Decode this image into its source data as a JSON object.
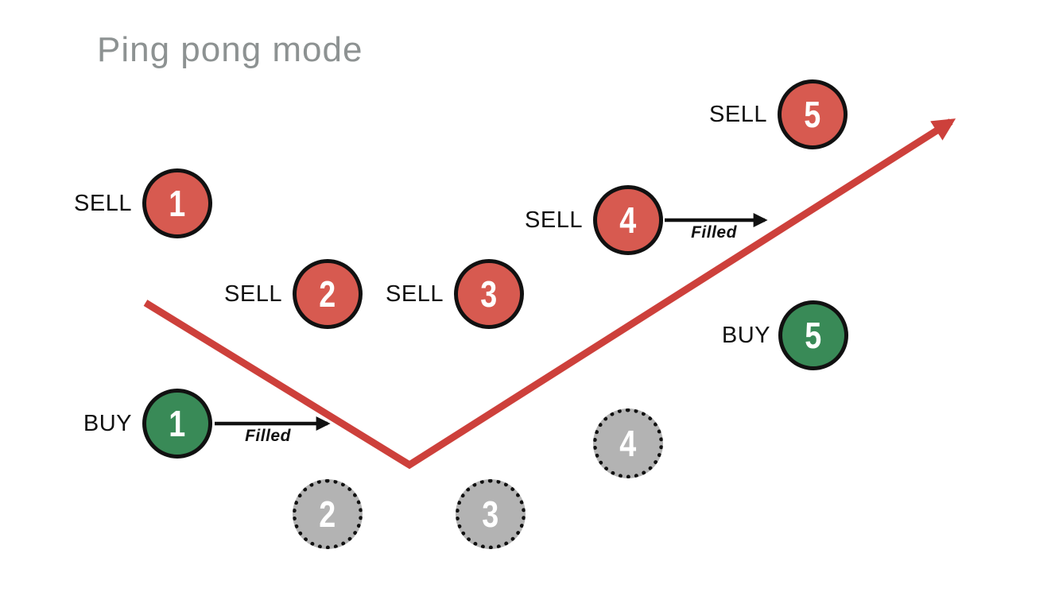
{
  "title": "Ping pong mode",
  "colors": {
    "sell-fill": "#d75a50",
    "buy-fill": "#398a57",
    "pending-fill": "#b3b3b3",
    "trend-line": "#cd403b",
    "title-color": "#8d9292",
    "ink": "#111111"
  },
  "markers": [
    {
      "kind": "sell",
      "side_label": "SELL",
      "number": "1"
    },
    {
      "kind": "sell",
      "side_label": "SELL",
      "number": "2"
    },
    {
      "kind": "sell",
      "side_label": "SELL",
      "number": "3"
    },
    {
      "kind": "sell",
      "side_label": "SELL",
      "number": "4"
    },
    {
      "kind": "sell",
      "side_label": "SELL",
      "number": "5"
    },
    {
      "kind": "buy",
      "side_label": "BUY",
      "number": "1"
    },
    {
      "kind": "buy",
      "side_label": "BUY",
      "number": "5"
    },
    {
      "kind": "pending",
      "number": "2"
    },
    {
      "kind": "pending",
      "number": "3"
    },
    {
      "kind": "pending",
      "number": "4"
    }
  ],
  "arrows": [
    {
      "label": "Filled"
    },
    {
      "label": "Filled"
    }
  ]
}
